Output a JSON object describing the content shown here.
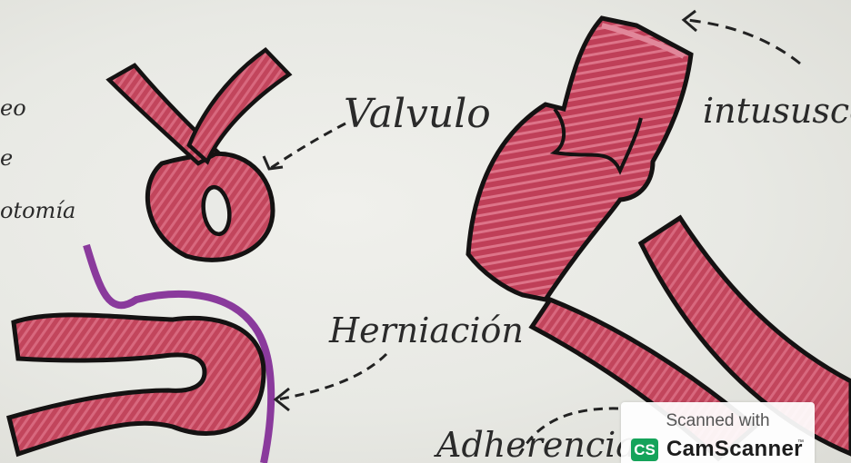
{
  "labels": {
    "valvulo": "Valvulo",
    "intususcepcion": "intususcepci",
    "herniacion": "Herniación",
    "adherencias": "Adherencias",
    "margin_line1": "eo",
    "margin_line2": "e",
    "margin_line3": "otomía"
  },
  "watermark": {
    "line1": "Scanned with",
    "logo": "CS",
    "brand": "CamScanner",
    "tm": "™"
  },
  "colors": {
    "bowel_fill": "#c2455c",
    "bowel_light": "#e1879a",
    "bowel_dark": "#a32e48",
    "outline": "#141212",
    "hernia_ring": "#8a3a9c",
    "paper": "#ecece8",
    "cs_green": "#15a35a"
  }
}
